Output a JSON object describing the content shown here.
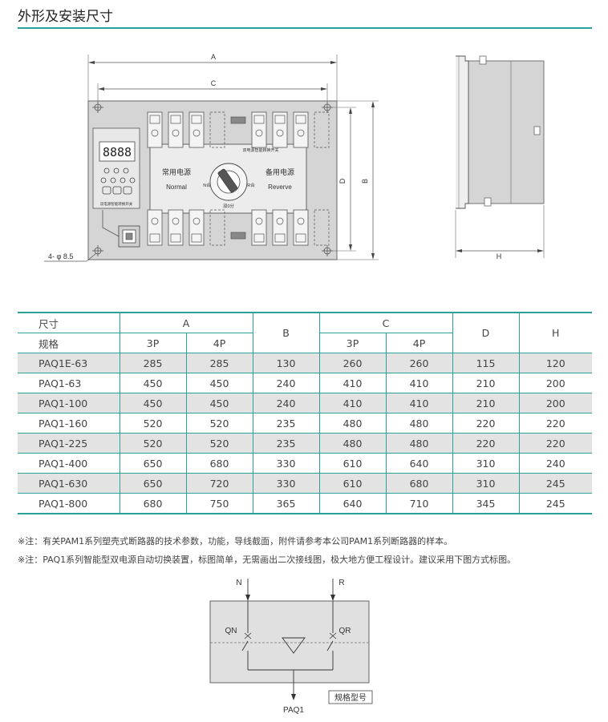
{
  "header": {
    "title": "外形及安装尺寸"
  },
  "front_view": {
    "dim_a": "A",
    "dim_c": "C",
    "dim_d": "D",
    "dim_b": "B",
    "hole_note": "4- φ 8.5",
    "display": "8888",
    "controller_label": "双电源智能转换开关",
    "normal_cn": "常用电源",
    "normal_en": "Normal",
    "reserve_cn": "备用电源",
    "reserve_en": "Reverve",
    "brand_label": "双电源智能转换开关",
    "n_on": "N合",
    "r_on": "R合",
    "double_off": "双0分"
  },
  "side_view": {
    "dim_h": "H"
  },
  "table": {
    "header_size": "尺寸",
    "header_spec": "规格",
    "col_a": "A",
    "col_b": "B",
    "col_c": "C",
    "col_d": "D",
    "col_h": "H",
    "sub_3p": "3P",
    "sub_4p": "4P",
    "rows": [
      {
        "model": "PAQ1E-63",
        "a3": "285",
        "a4": "285",
        "b": "130",
        "c3": "260",
        "c4": "260",
        "d": "115",
        "h": "120"
      },
      {
        "model": "PAQ1-63",
        "a3": "450",
        "a4": "450",
        "b": "240",
        "c3": "410",
        "c4": "410",
        "d": "210",
        "h": "200"
      },
      {
        "model": "PAQ1-100",
        "a3": "450",
        "a4": "450",
        "b": "240",
        "c3": "410",
        "c4": "410",
        "d": "210",
        "h": "200"
      },
      {
        "model": "PAQ1-160",
        "a3": "520",
        "a4": "520",
        "b": "235",
        "c3": "480",
        "c4": "480",
        "d": "220",
        "h": "220"
      },
      {
        "model": "PAQ1-225",
        "a3": "520",
        "a4": "520",
        "b": "235",
        "c3": "480",
        "c4": "480",
        "d": "220",
        "h": "220"
      },
      {
        "model": "PAQ1-400",
        "a3": "650",
        "a4": "680",
        "b": "330",
        "c3": "610",
        "c4": "640",
        "d": "310",
        "h": "240"
      },
      {
        "model": "PAQ1-630",
        "a3": "650",
        "a4": "720",
        "b": "330",
        "c3": "610",
        "c4": "680",
        "d": "310",
        "h": "245"
      },
      {
        "model": "PAQ1-800",
        "a3": "680",
        "a4": "750",
        "b": "365",
        "c3": "640",
        "c4": "710",
        "d": "345",
        "h": "245"
      }
    ]
  },
  "notes": {
    "note1": "※注：有关PAM1系列塑壳式断路器的技术参数，功能，导线截面，附件请参考本公司PAM1系列断路器的样本。",
    "note2": "※注：PAQ1系列智能型双电源自动切换装置，标图简单，无需画出二次接线图，极大地方便工程设计。建议采用下图方式标图。"
  },
  "schematic": {
    "n": "N",
    "r": "R",
    "qn": "QN",
    "qr": "QR",
    "box_label": "规格型号",
    "output": "PAQ1"
  }
}
